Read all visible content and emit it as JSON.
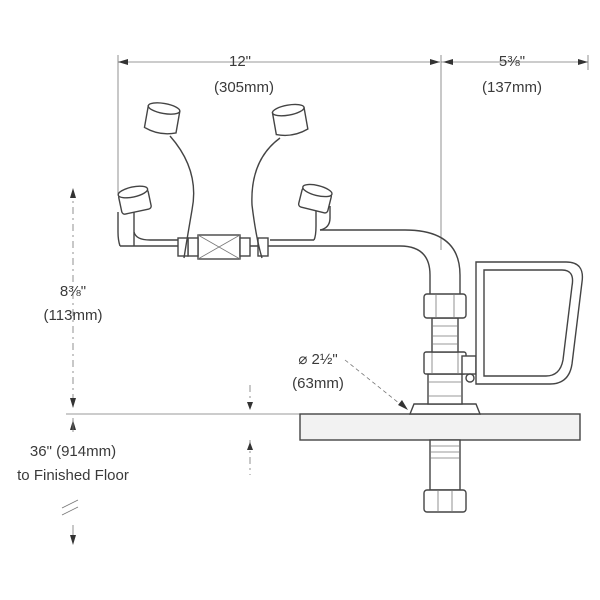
{
  "dimensions": {
    "width": {
      "in": "12\"",
      "mm": "(305mm)"
    },
    "depth": {
      "in": "5⅜\"",
      "mm": "(137mm)"
    },
    "height": {
      "in": "8⅜\"",
      "mm": "(113mm)"
    },
    "diameter": {
      "in": "⌀ 2½\"",
      "mm": "(63mm)"
    },
    "floor": {
      "line1": "36\" (914mm)",
      "line2": "to Finished Floor"
    }
  }
}
